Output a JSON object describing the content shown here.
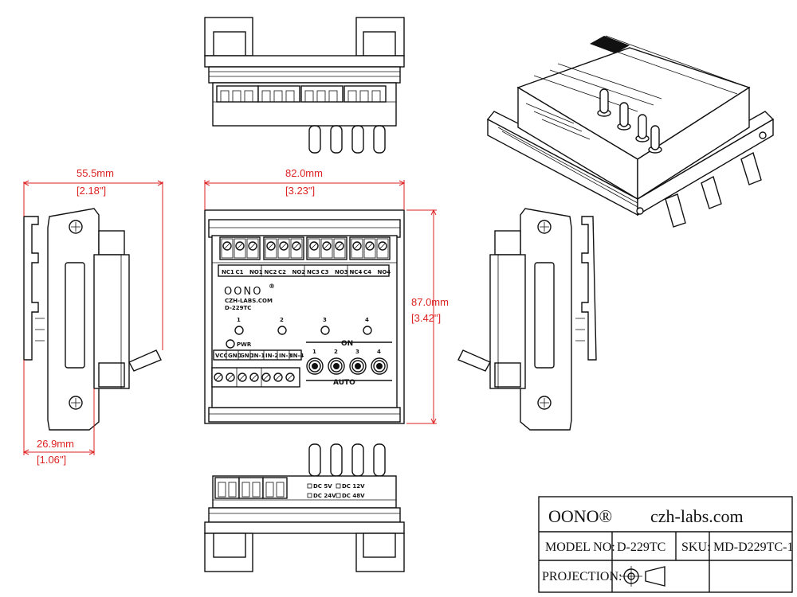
{
  "dimensions": {
    "depth": {
      "mm": "55.5mm",
      "inch": "[2.18\"]"
    },
    "width": {
      "mm": "82.0mm",
      "inch": "[3.23\"]"
    },
    "height": {
      "mm": "87.0mm",
      "inch": "[3.42\"]"
    },
    "rail": {
      "mm": "26.9mm",
      "inch": "[1.06\"]"
    }
  },
  "board": {
    "top_terminals": [
      "NC1",
      "C1",
      "NO1",
      "NC2",
      "C2",
      "NO2",
      "NC3",
      "C3",
      "NO3",
      "NC4",
      "C4",
      "NO4"
    ],
    "brand": "OONO",
    "registered": "®",
    "site": "CZH-LABS.COM",
    "model": "D-229TC",
    "channel_numbers": [
      "1",
      "2",
      "3",
      "4"
    ],
    "pwr_label": "PWR",
    "bottom_terminals": [
      "VCC",
      "GND",
      "GND",
      "IN-1",
      "IN-2",
      "IN-3",
      "IN-4"
    ],
    "on_label": "ON",
    "auto_label": "AUTO",
    "voltage_options": [
      "DC 5V",
      "DC 12V",
      "DC 24V",
      "DC 48V"
    ]
  },
  "title_block": {
    "brand": "OONO®",
    "website": "czh-labs.com",
    "model_label": "MODEL NO:",
    "model_value": "D-229TC",
    "sku_label": "SKU:",
    "sku_value": "MD-D229TC-1",
    "projection_label": "PROJECTION:"
  }
}
